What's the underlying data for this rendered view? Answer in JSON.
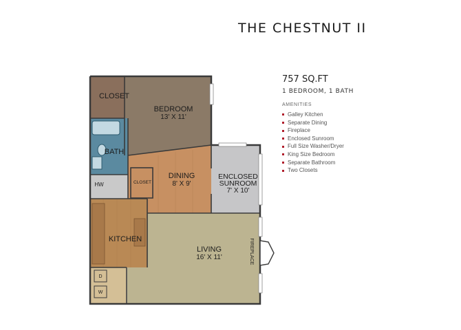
{
  "plan_name": "THE CHESTNUT II",
  "area": "757 SQ.FT",
  "rooms_summary": "1 BEDROOM, 1 BATH",
  "amenities_heading": "AMENITIES",
  "amenities": [
    "Galley Kitchen",
    "Separate Dining",
    "Fireplace",
    "Enclosed Sunroom",
    "Full Size Washer/Dryer",
    "King Size Bedroom",
    "Separate Bathroom",
    "Two Closets"
  ],
  "rooms": {
    "closet_main": "CLOSET",
    "bedroom": "BEDROOM",
    "bedroom_size": "13' X 11'",
    "bath": "BATH",
    "hw": "HW",
    "closet_small": "CLOSET",
    "dining": "DINING",
    "dining_size": "8' X 9'",
    "sunroom_line1": "ENCLOSED",
    "sunroom_line2": "SUNROOM",
    "sunroom_size": "7' X 10'",
    "kitchen": "KITCHEN",
    "living": "LIVING",
    "living_size": "16' X 11'",
    "fireplace": "FIREPLACE",
    "washer": "W",
    "dryer": "D"
  },
  "colors": {
    "bedroom": "#8b7a67",
    "closet": "#8a6f5c",
    "bath": "#5b8aa0",
    "hw": "#c9c9c9",
    "dining": "#c79062",
    "kitchen": "#b98955",
    "living": "#bcb491",
    "sunroom": "#c6c6c8",
    "laundry": "#d4bf96",
    "walls": "#3a3a3a"
  }
}
